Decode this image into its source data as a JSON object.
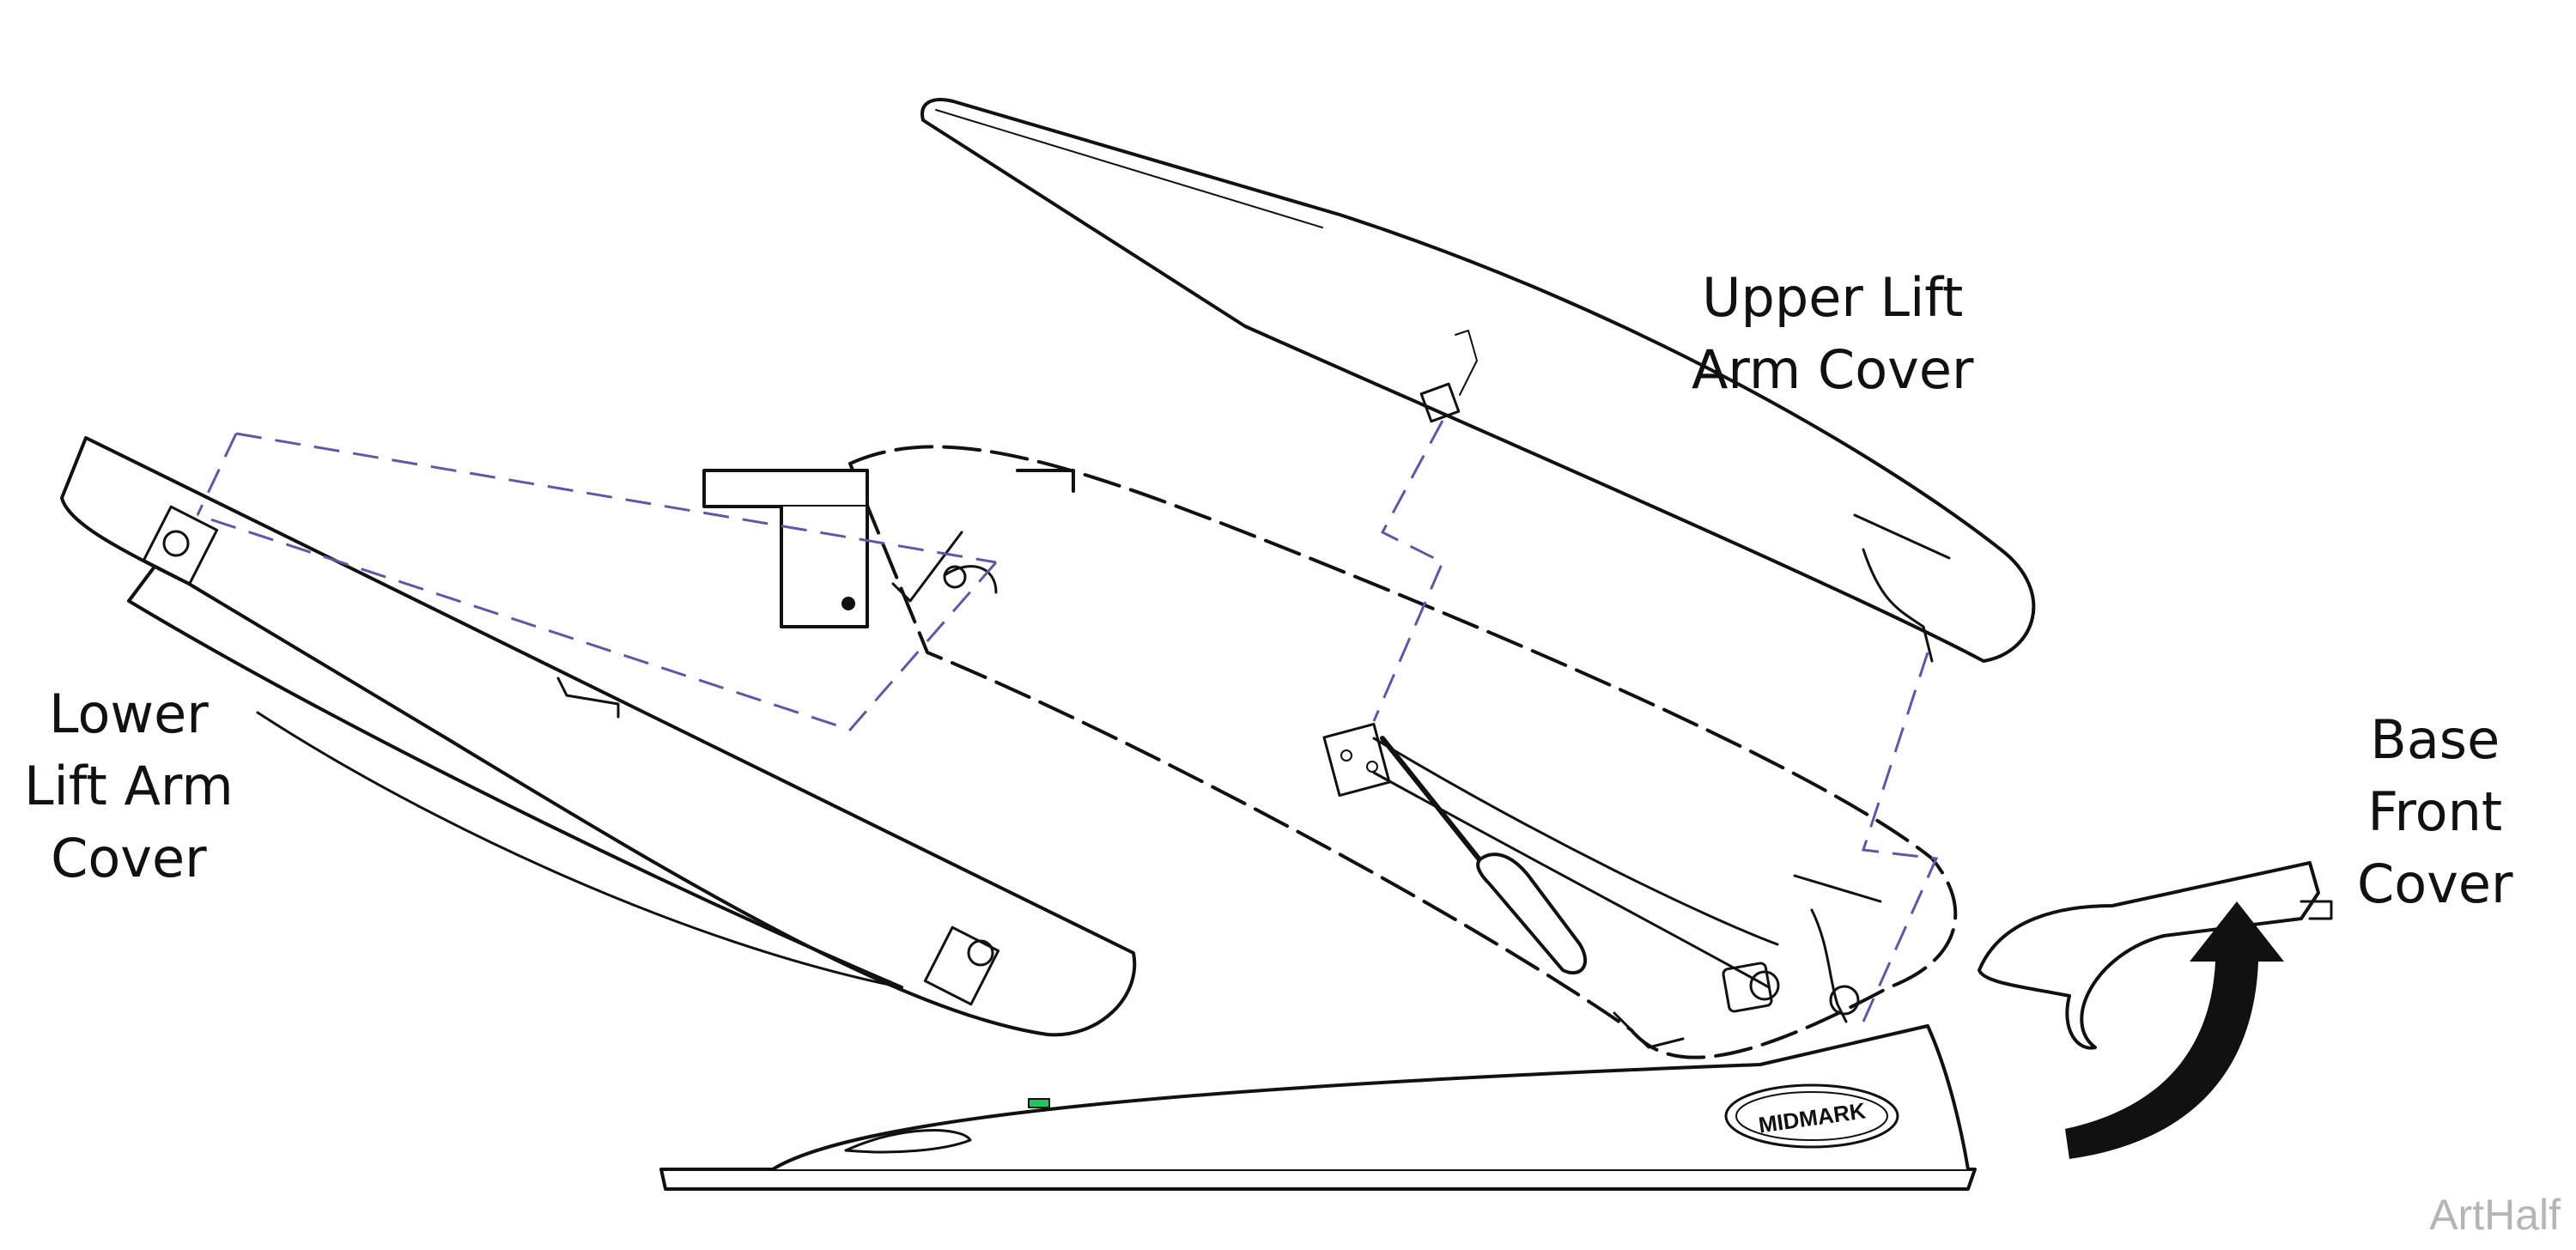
{
  "labels": {
    "upper_lift_arm_cover": [
      "Upper Lift",
      "Arm Cover"
    ],
    "lower_lift_arm_cover": [
      "Lower",
      "Lift Arm",
      "Cover"
    ],
    "base_front_cover": [
      "Base",
      "Front",
      "Cover"
    ]
  },
  "logo": "MIDMARK",
  "credit": "ArtHalf",
  "colors": {
    "ink": "#111111",
    "guide_line": "#5a5aa8",
    "indicator": "#22c55e",
    "credit": "#b5b5b5"
  }
}
